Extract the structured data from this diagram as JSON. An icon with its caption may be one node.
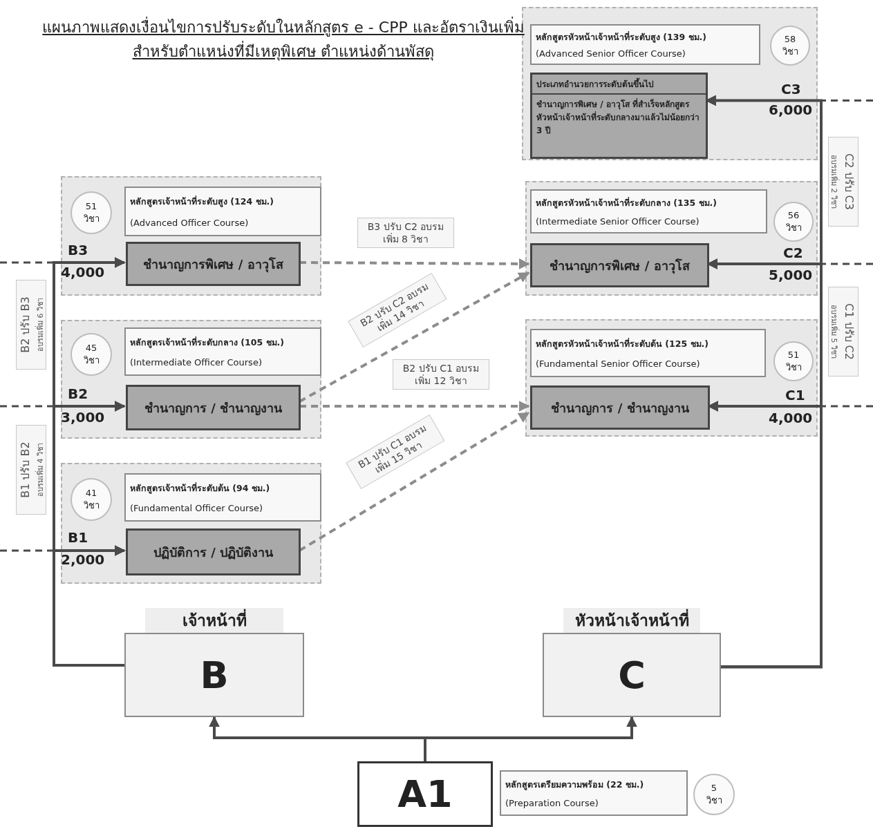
{
  "diagram": {
    "title": "แผนภาพแสดงเงื่อนไขการปรับระดับในหลักสูตร e - CPP และอัตราเงินเพิ่มสำหรับตำแหน่งที่มีเหตุพิเศษ ตำแหน่งด้านพัสดุ",
    "nodes": [
      {
        "text": [],
        "shape": "box"
      },
      {
        "text": [
          "หลักสูตรหัวหน้าเจ้าหน้าที่ระดับสูง (139 ชม.)",
          "(Advanced Senior Officer Course)"
        ],
        "in": 0
      },
      {
        "text": [
          "58 วิชา"
        ],
        "in": 0
      },
      {
        "text": [
          "ประเภทอำนวยการระดับต้นขึ้นไป",
          "ชำนาญการพิเศษ / อาวุโส ที่สำเร็จหลักสูตรหัวหน้าเจ้าหน้าที่ระดับกลางมาแล้วไม่น้อยกว่า 3 ปี"
        ],
        "in": 0,
        "beside": [
          "C3",
          "6,000"
        ]
      },
      {
        "text": [],
        "shape": "box"
      },
      {
        "text": [
          "51 วิชา"
        ],
        "in": 4
      },
      {
        "text": [
          "หลักสูตรเจ้าหน้าที่ระดับสูง (124 ชม.)",
          "(Advanced Officer Course)"
        ],
        "in": 4
      },
      {
        "text": [
          "ชำนาญการพิเศษ / อาวุโส"
        ],
        "in": 4,
        "beside": [
          "B3",
          "4,000"
        ]
      },
      {
        "text": [],
        "shape": "box"
      },
      {
        "text": [
          "หลักสูตรหัวหน้าเจ้าหน้าที่ระดับกลาง (135 ชม.)",
          "(Intermediate Senior Officer Course)"
        ],
        "in": 8
      },
      {
        "text": [
          "56 วิชา"
        ],
        "in": 8
      },
      {
        "text": [
          "ชำนาญการพิเศษ / อาวุโส"
        ],
        "in": 8,
        "beside": [
          "C2",
          "5,000"
        ]
      },
      {
        "text": [],
        "shape": "box"
      },
      {
        "text": [
          "45 วิชา"
        ],
        "in": 12
      },
      {
        "text": [
          "หลักสูตรเจ้าหน้าที่ระดับกลาง (105 ชม.)",
          "(Intermediate Officer Course)"
        ],
        "in": 12
      },
      {
        "text": [
          "ชำนาญการ / ชำนาญงาน"
        ],
        "in": 12,
        "beside": [
          "B2",
          "3,000"
        ]
      },
      {
        "text": [],
        "shape": "box"
      },
      {
        "text": [
          "หลักสูตรหัวหน้าเจ้าหน้าที่ระดับต้น (125 ชม.)",
          "(Fundamental Senior Officer Course)"
        ],
        "in": 16
      },
      {
        "text": [
          "51 วิชา"
        ],
        "in": 16
      },
      {
        "text": [
          "ชำนาญการ / ชำนาญงาน"
        ],
        "in": 16,
        "beside": [
          "C1",
          "4,000"
        ]
      },
      {
        "text": [],
        "shape": "box"
      },
      {
        "text": [
          "41 วิชา"
        ],
        "in": 20
      },
      {
        "text": [
          "หลักสูตรเจ้าหน้าที่ระดับต้น (94 ชม.)",
          "(Fundamental Officer Course)"
        ],
        "in": 20
      },
      {
        "text": [
          "ปฏิบัติการ / ปฏิบัติงาน"
        ],
        "in": 20,
        "beside": [
          "B1",
          "2,000"
        ]
      },
      {
        "text": [
          "เจ้าหน้าที่",
          "B"
        ]
      },
      {
        "text": [
          "หัวหน้าเจ้าหน้าที่",
          "C"
        ]
      },
      {
        "text": [
          "A1"
        ]
      },
      {
        "text": [
          "หลักสูตรเตรียมความพร้อม (22 ชม.)",
          "(Preparation Course)"
        ]
      },
      {
        "text": [
          "5 วิชา"
        ]
      }
    ],
    "edges": [
      {
        "from": 24,
        "to": 23,
        "arrow": "to"
      },
      {
        "from": 24,
        "to": 15,
        "arrow": "to"
      },
      {
        "from": 24,
        "to": 7,
        "arrow": "to"
      },
      {
        "from": 25,
        "to": 19,
        "arrow": "to"
      },
      {
        "from": 25,
        "to": 11,
        "arrow": "to"
      },
      {
        "from": 25,
        "to": 3,
        "arrow": "to"
      },
      {
        "from": 7,
        "to": 11,
        "arrow": "to",
        "style": "dashed",
        "color": "#8c8c8c",
        "label": "B3 ปรับ C2 อบรมเพิ่ม 8 วิชา"
      },
      {
        "from": 15,
        "to": 11,
        "arrow": "to",
        "style": "dashed",
        "color": "#8c8c8c",
        "label": "B2 ปรับ C2 อบรมเพิ่ม 14 วิชา"
      },
      {
        "from": 15,
        "to": 19,
        "arrow": "to",
        "style": "dashed",
        "color": "#8c8c8c",
        "label": "B2 ปรับ C1 อบรมเพิ่ม 12 วิชา"
      },
      {
        "from": 23,
        "to": 19,
        "arrow": "to",
        "style": "dashed",
        "color": "#8c8c8c",
        "label": "B1 ปรับ C1 อบรมเพิ่ม 15 วิชา"
      },
      {
        "from": 26,
        "to": 24,
        "arrow": "to"
      },
      {
        "from": 26,
        "to": 25,
        "arrow": "to"
      },
      {
        "from": null,
        "to": 7,
        "arrow": "to",
        "style": "dashed"
      },
      {
        "from": null,
        "to": 15,
        "arrow": "to",
        "style": "dashed"
      },
      {
        "from": null,
        "to": 23,
        "arrow": "to",
        "style": "dashed"
      },
      {
        "from": null,
        "to": 3,
        "arrow": "to",
        "style": "dashed"
      },
      {
        "from": null,
        "to": 11,
        "arrow": "to",
        "style": "dashed"
      },
      {
        "from": null,
        "to": 19,
        "arrow": "to",
        "style": "dashed"
      }
    ],
    "labels": [
      "C2 ปรับ C3",
      "อบรมเพิ่ม 2 วิชา",
      "B2 ปรับ B3",
      "อบรมเพิ่ม 6 วิชา",
      "C1 ปรับ C2",
      "อบรมเพิ่ม 5 วิชา",
      "B1 ปรับ B2",
      "อบรมเพิ่ม 4 วิชา"
    ]
  }
}
